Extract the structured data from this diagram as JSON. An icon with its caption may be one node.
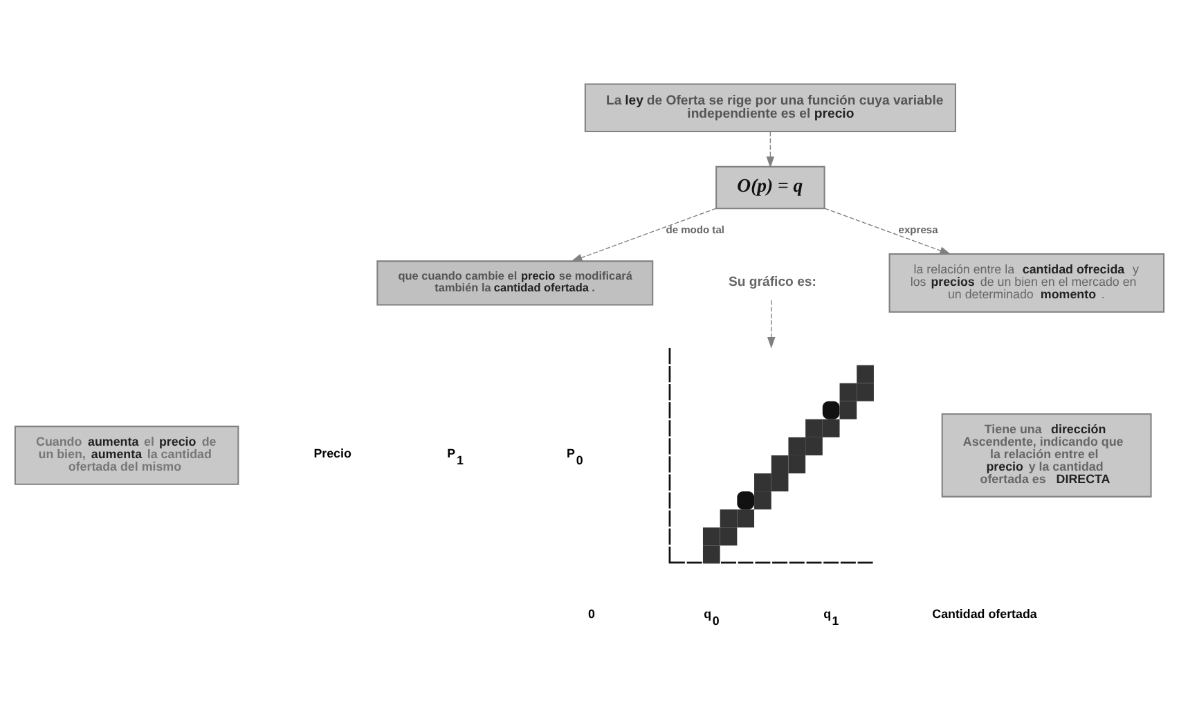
{
  "diagram": {
    "nodes": [
      {
        "text": [
          "La **ley** de Oferta se rige por una función cuya variable independiente es el **precio**"
        ]
      },
      {
        "text": [
          "O(p) = q"
        ]
      },
      {
        "text": [
          "que cuando cambie el **precio** se modificará también la **cantidad ofertada**."
        ]
      },
      {
        "text": [
          "la relación entre la **cantidad ofrecida** y los **precios** de un bien en el mercado en un determinado **momento**."
        ]
      },
      {
        "text": [
          "Su gráfico es:"
        ]
      },
      {
        "text": [],
        "shape": "picture"
      },
      {
        "text": [
          "Cuando **aumenta** el **precio** de un bien, **aumenta** la cantidad ofertada del mismo"
        ]
      },
      {
        "text": [
          "Tiene una **dirección** Ascendente, indicando que la relación entre el **precio** y la cantidad ofertada es **DIRECTA**"
        ]
      }
    ],
    "edges": [
      {
        "from": 0,
        "to": 1,
        "arrow": "to",
        "style": "dashed"
      },
      {
        "from": 1,
        "to": 2,
        "arrow": "to",
        "style": "dashed",
        "label": "de modo tal"
      },
      {
        "from": 1,
        "to": 3,
        "arrow": "to",
        "style": "dashed",
        "label": "expresa"
      },
      {
        "from": 4,
        "to": 5,
        "arrow": "to",
        "style": "dashed"
      }
    ],
    "labels": [
      "Precio",
      "P$_{1}$",
      "P$_{0}$",
      "0",
      "q$_{0}$",
      "q$_{1}$",
      "Cantidad ofertada"
    ]
  }
}
